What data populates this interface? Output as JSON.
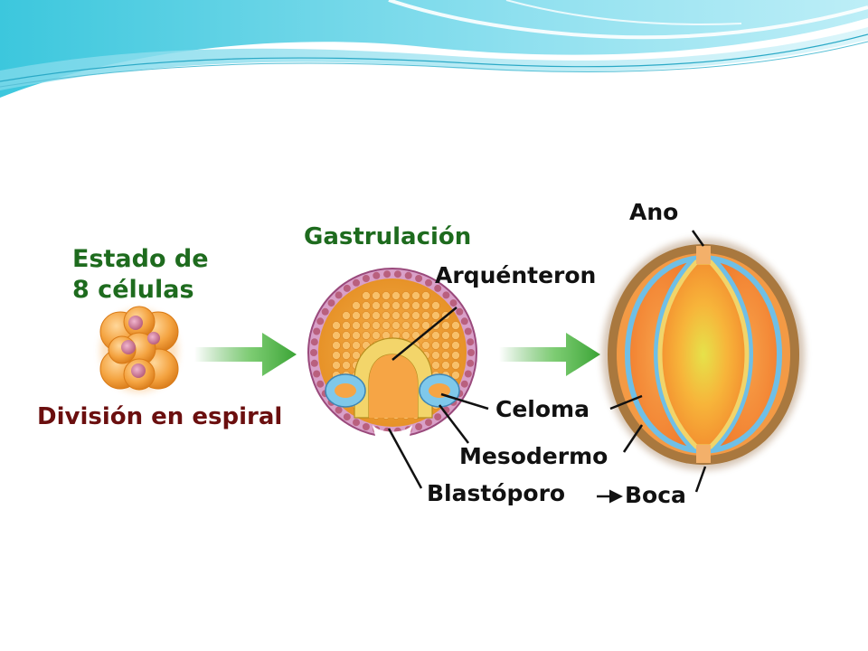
{
  "labels": {
    "stage_line1": "Estado de",
    "stage_line2": "8 células",
    "cleavage": "División en espiral",
    "gastrulation": "Gastrulación",
    "archenteron": "Arquénteron",
    "coelom": "Celoma",
    "mesoderm": "Mesodermo",
    "blastopore": "Blastóporo",
    "mouth": "Boca",
    "anus": "Ano"
  },
  "colors": {
    "green_text": "#1e6b1e",
    "maroon_text": "#6b0f0f",
    "arrow_green": "#3aa335",
    "embryo_orange": "#f29a3a",
    "mesoderm_blue": "#7fc8ea",
    "endoderm_yellow": "#f3d56a",
    "ectoderm_pink": "#d9a0c8",
    "wave_cyan": "#6fd3e8"
  },
  "icons": {
    "flow_arrow": "arrow-right-icon",
    "blastopore_to_mouth": "small-arrow-right-icon"
  }
}
